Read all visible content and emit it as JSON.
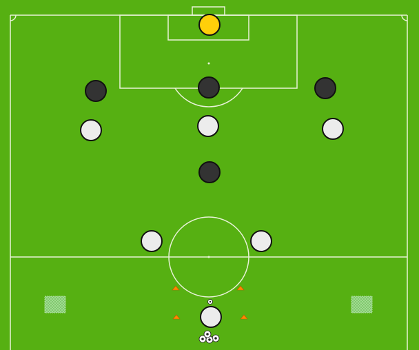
{
  "diagram": {
    "type": "football-drill-setup",
    "colors": {
      "grass": "#56b012",
      "lines": "#e8f2d8",
      "goalkeeper": "#ffcf0a",
      "dark_team": "#333333",
      "light_team": "#ececec",
      "cone": "#ff8a00",
      "mini_goal": "#7cc86a"
    },
    "players": [
      {
        "team": "goalkeeper",
        "name": "goalkeeper"
      },
      {
        "team": "dark",
        "name": "dark-left"
      },
      {
        "team": "dark",
        "name": "dark-center"
      },
      {
        "team": "dark",
        "name": "dark-right"
      },
      {
        "team": "light",
        "name": "light-left"
      },
      {
        "team": "light",
        "name": "light-center"
      },
      {
        "team": "light",
        "name": "light-right"
      },
      {
        "team": "dark",
        "name": "dark-forward"
      },
      {
        "team": "light",
        "name": "light-mid-left"
      },
      {
        "team": "light",
        "name": "light-mid-right"
      },
      {
        "team": "light",
        "name": "light-server"
      }
    ],
    "equipment": {
      "cones": 4,
      "mini_goals": 2,
      "balls_in_pile": 4,
      "ball_icon": "soccer-ball-icon"
    }
  }
}
